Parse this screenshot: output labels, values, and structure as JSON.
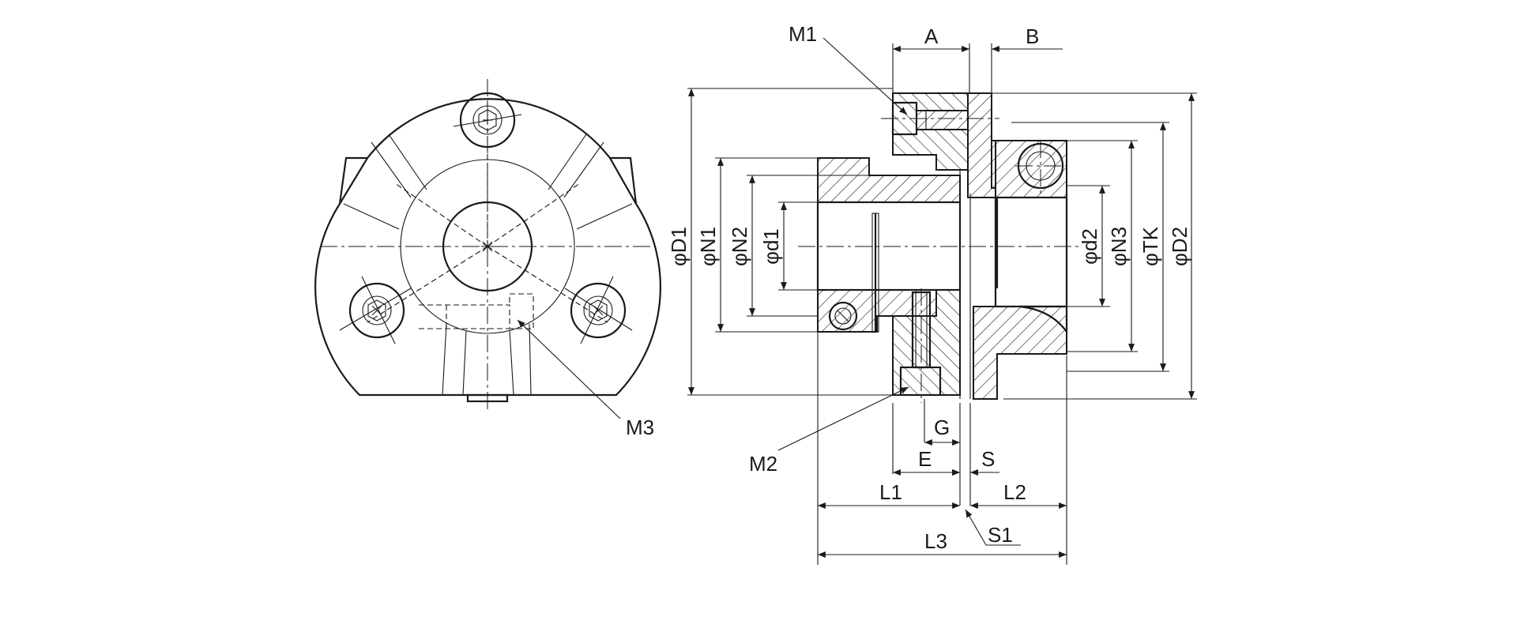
{
  "drawing": {
    "front_view": {
      "callouts": [
        {
          "key": "m3",
          "text": "M3"
        }
      ]
    },
    "section_view": {
      "callouts": [
        {
          "key": "m1",
          "text": "M1"
        },
        {
          "key": "m2",
          "text": "M2"
        },
        {
          "key": "s1",
          "text": "S1"
        }
      ],
      "dimensions_top": [
        {
          "key": "a",
          "text": "A"
        },
        {
          "key": "b",
          "text": "B"
        }
      ],
      "dimensions_left": [
        {
          "key": "d1_outer",
          "text": "φD1"
        },
        {
          "key": "n1",
          "text": "φN1"
        },
        {
          "key": "n2",
          "text": "φN2"
        },
        {
          "key": "d1_bore",
          "text": "φd1"
        }
      ],
      "dimensions_right": [
        {
          "key": "d2_bore",
          "text": "φd2"
        },
        {
          "key": "n3",
          "text": "φN3"
        },
        {
          "key": "tk",
          "text": "φTK"
        },
        {
          "key": "d2_outer",
          "text": "φD2"
        }
      ],
      "dimensions_bottom": [
        {
          "key": "g",
          "text": "G"
        },
        {
          "key": "e",
          "text": "E"
        },
        {
          "key": "s",
          "text": "S"
        },
        {
          "key": "l1",
          "text": "L1"
        },
        {
          "key": "l2",
          "text": "L2"
        },
        {
          "key": "l3",
          "text": "L3"
        }
      ]
    }
  }
}
